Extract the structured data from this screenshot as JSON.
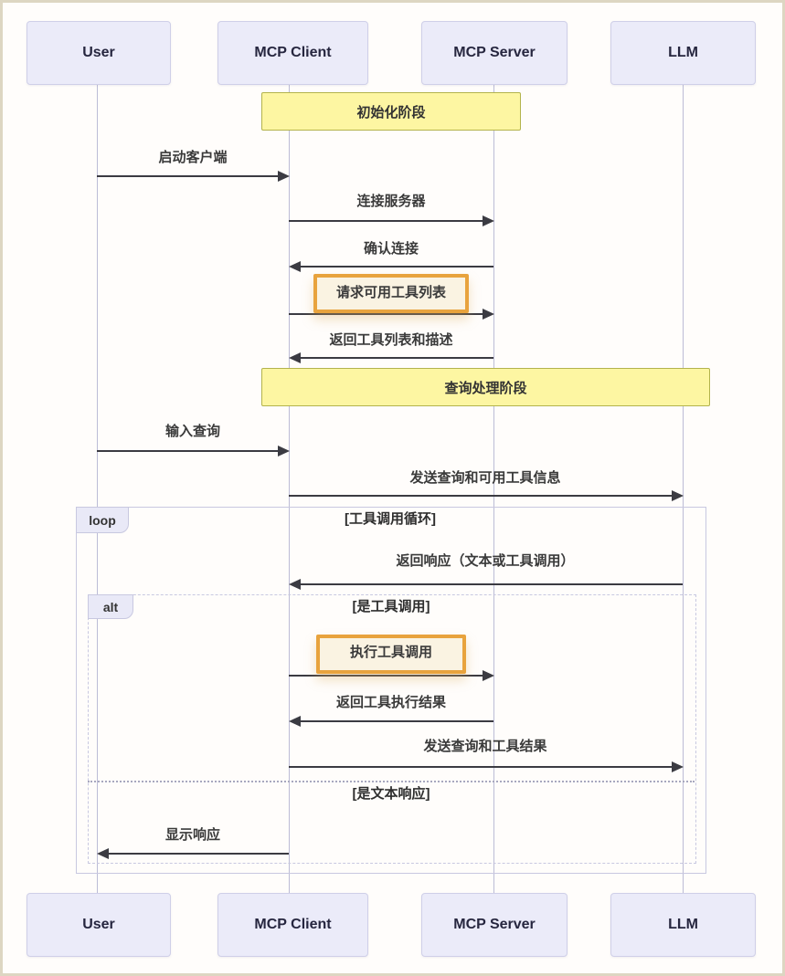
{
  "diagram": {
    "type": "sequence-diagram",
    "actors": [
      {
        "name": "User"
      },
      {
        "name": "MCP Client"
      },
      {
        "name": "MCP Server"
      },
      {
        "name": "LLM"
      }
    ],
    "notes": [
      {
        "text": "初始化阶段",
        "over": "MCP Client,MCP Server"
      },
      {
        "text": "查询处理阶段",
        "over": "MCP Client,LLM"
      }
    ],
    "messages": [
      {
        "label": "启动客户端",
        "from": "User",
        "to": "MCP Client",
        "highlighted": false
      },
      {
        "label": "连接服务器",
        "from": "MCP Client",
        "to": "MCP Server",
        "highlighted": false
      },
      {
        "label": "确认连接",
        "from": "MCP Server",
        "to": "MCP Client",
        "highlighted": false
      },
      {
        "label": "请求可用工具列表",
        "from": "MCP Client",
        "to": "MCP Server",
        "highlighted": true
      },
      {
        "label": "返回工具列表和描述",
        "from": "MCP Server",
        "to": "MCP Client",
        "highlighted": false
      },
      {
        "label": "输入查询",
        "from": "User",
        "to": "MCP Client",
        "highlighted": false
      },
      {
        "label": "发送查询和可用工具信息",
        "from": "MCP Client",
        "to": "LLM",
        "highlighted": false
      },
      {
        "label": "返回响应（文本或工具调用）",
        "from": "LLM",
        "to": "MCP Client",
        "highlighted": false
      },
      {
        "label": "执行工具调用",
        "from": "MCP Client",
        "to": "MCP Server",
        "highlighted": true
      },
      {
        "label": "返回工具执行结果",
        "from": "MCP Server",
        "to": "MCP Client",
        "highlighted": false
      },
      {
        "label": "发送查询和工具结果",
        "from": "MCP Client",
        "to": "LLM",
        "highlighted": false
      },
      {
        "label": "显示响应",
        "from": "MCP Client",
        "to": "User",
        "highlighted": false
      }
    ],
    "frames": {
      "loop": {
        "keyword": "loop",
        "title": "[工具调用循环]"
      },
      "alt": {
        "keyword": "alt",
        "title": "[是工具调用]",
        "else_title": "[是文本响应]"
      }
    },
    "colors": {
      "actor_fill": "#ECECFF",
      "note_fill": "#FFF5AD",
      "note_border": "#AAAA33",
      "highlight_border": "#E8A33D",
      "arrow": "#3B3B42"
    }
  }
}
